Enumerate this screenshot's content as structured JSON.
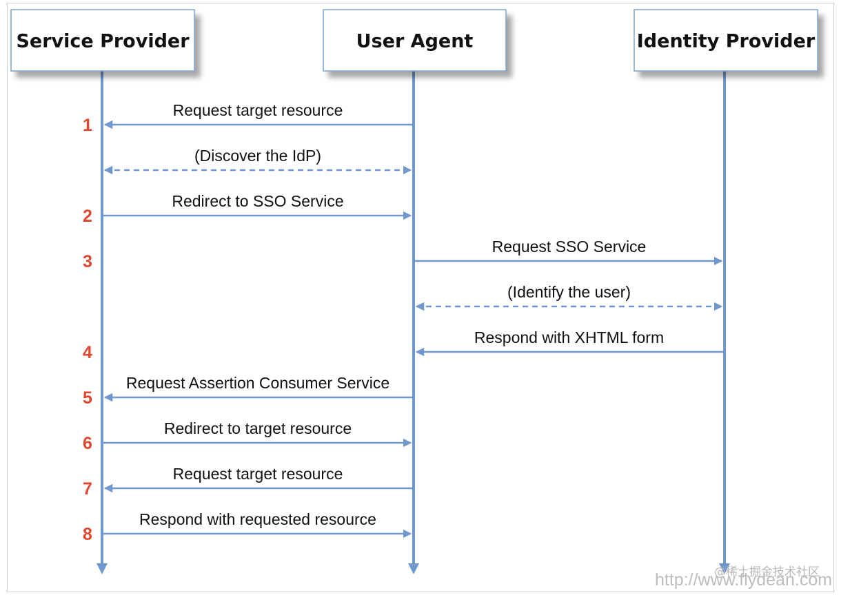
{
  "actors": [
    {
      "name": "Service Provider"
    },
    {
      "name": "User Agent"
    },
    {
      "name": "Identity Provider"
    }
  ],
  "messages": [
    {
      "step": "1",
      "label": "Request target resource",
      "from": 1,
      "to": 0,
      "dashed": false,
      "bidirectional": false
    },
    {
      "step": "",
      "label": "(Discover the IdP)",
      "from": 0,
      "to": 1,
      "dashed": true,
      "bidirectional": true
    },
    {
      "step": "2",
      "label": "Redirect to SSO Service",
      "from": 0,
      "to": 1,
      "dashed": false,
      "bidirectional": false
    },
    {
      "step": "3",
      "label": "Request SSO Service",
      "from": 1,
      "to": 2,
      "dashed": false,
      "bidirectional": false
    },
    {
      "step": "",
      "label": "(Identify the user)",
      "from": 1,
      "to": 2,
      "dashed": true,
      "bidirectional": true
    },
    {
      "step": "4",
      "label": "Respond with XHTML form",
      "from": 2,
      "to": 1,
      "dashed": false,
      "bidirectional": false
    },
    {
      "step": "5",
      "label": "Request Assertion Consumer Service",
      "from": 1,
      "to": 0,
      "dashed": false,
      "bidirectional": false
    },
    {
      "step": "6",
      "label": "Redirect to target resource",
      "from": 0,
      "to": 1,
      "dashed": false,
      "bidirectional": false
    },
    {
      "step": "7",
      "label": "Request target resource",
      "from": 1,
      "to": 0,
      "dashed": false,
      "bidirectional": false
    },
    {
      "step": "8",
      "label": "Respond with requested resource",
      "from": 0,
      "to": 1,
      "dashed": false,
      "bidirectional": false
    }
  ],
  "watermark": {
    "cn": "@稀土掘金技术社区",
    "url": "http://www.flydean.com"
  },
  "colors": {
    "line": "#6f98cf",
    "box_border": "#7ea0cf",
    "step_number": "#e0462e"
  }
}
